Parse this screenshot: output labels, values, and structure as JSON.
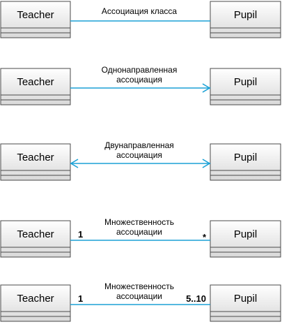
{
  "colors": {
    "association_line": "#1ba1d6",
    "class_fill_top": "#ffffff",
    "class_fill_bottom": "#d9d9d9",
    "class_border": "#4a4a4a",
    "text": "#000000"
  },
  "examples": [
    {
      "id": "class-association",
      "left_class": "Teacher",
      "right_class": "Pupil",
      "label_lines": [
        "Ассоциация класса"
      ],
      "arrow_left": false,
      "arrow_right": false,
      "left_multiplicity": "",
      "right_multiplicity": ""
    },
    {
      "id": "unidirectional-association",
      "left_class": "Teacher",
      "right_class": "Pupil",
      "label_lines": [
        "Однонаправленная",
        "ассоциация"
      ],
      "arrow_left": false,
      "arrow_right": true,
      "left_multiplicity": "",
      "right_multiplicity": ""
    },
    {
      "id": "bidirectional-association",
      "left_class": "Teacher",
      "right_class": "Pupil",
      "label_lines": [
        "Двунаправленная",
        "ассоциация"
      ],
      "arrow_left": true,
      "arrow_right": true,
      "left_multiplicity": "",
      "right_multiplicity": ""
    },
    {
      "id": "multiplicity-one-to-many",
      "left_class": "Teacher",
      "right_class": "Pupil",
      "label_lines": [
        "Множественность",
        "ассоциации"
      ],
      "arrow_left": false,
      "arrow_right": false,
      "left_multiplicity": "1",
      "right_multiplicity": "*"
    },
    {
      "id": "multiplicity-one-to-range",
      "left_class": "Teacher",
      "right_class": "Pupil",
      "label_lines": [
        "Множественность",
        "ассоциации"
      ],
      "arrow_left": false,
      "arrow_right": false,
      "left_multiplicity": "1",
      "right_multiplicity": "5..10"
    }
  ]
}
